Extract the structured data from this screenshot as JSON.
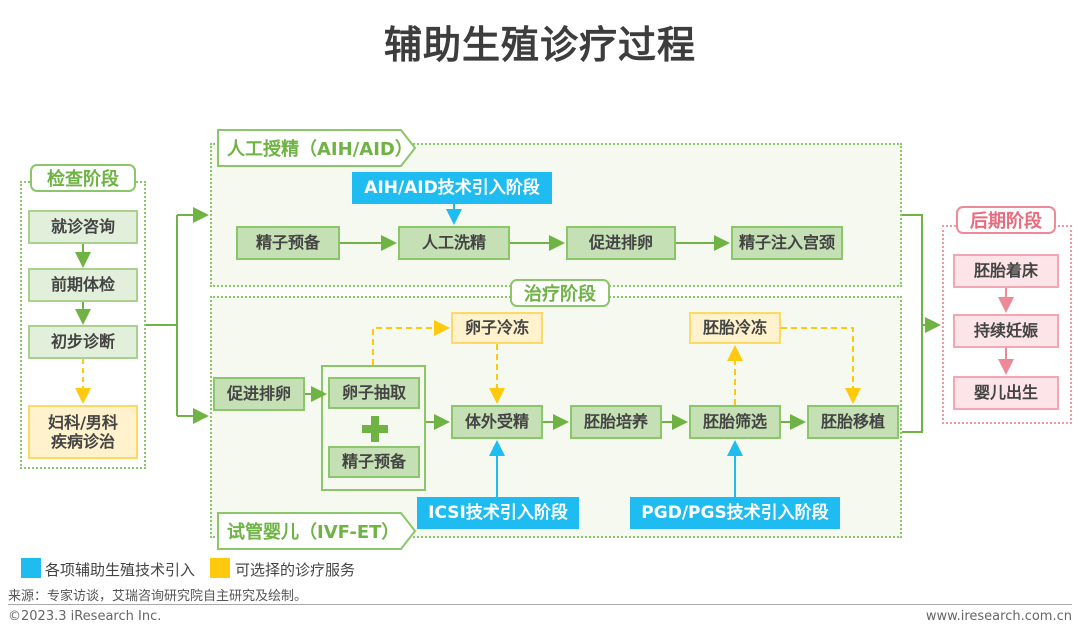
{
  "title": "辅助生殖诊疗过程",
  "colors": {
    "green": "#8cc66a",
    "green_text": "#6fb345",
    "yellow": "#ffd966",
    "blue": "#1ebcf0",
    "pink": "#ee8a98"
  },
  "check_phase": {
    "label": "检查阶段",
    "steps": [
      "就诊咨询",
      "前期体检",
      "初步诊断"
    ],
    "optional": "妇科/男科\n疾病诊治"
  },
  "aih": {
    "tag": "人工授精（AIH/AID）",
    "tech": "AIH/AID技术引入阶段",
    "steps": [
      "精子预备",
      "人工洗精",
      "促进排卵",
      "精子注入宫颈"
    ]
  },
  "treatment_label": "治疗阶段",
  "ivf": {
    "tag": "试管婴儿（IVF-ET）",
    "step_ovulation": "促进排卵",
    "group": [
      "卵子抽取",
      "精子预备"
    ],
    "plus_icon": "plus-icon",
    "egg_freeze": "卵子冷冻",
    "embryo_freeze": "胚胎冷冻",
    "steps": [
      "体外受精",
      "胚胎培养",
      "胚胎筛选",
      "胚胎移植"
    ],
    "tech_icsi": "ICSI技术引入阶段",
    "tech_pgd": "PGD/PGS技术引入阶段"
  },
  "later_phase": {
    "label": "后期阶段",
    "steps": [
      "胚胎着床",
      "持续妊娠",
      "婴儿出生"
    ]
  },
  "legend": [
    {
      "label": "各项辅助生殖技术引入",
      "color": "#1ebcf0"
    },
    {
      "label": "可选择的诊疗服务",
      "color": "#ffc90e"
    }
  ],
  "source": "来源：专家访谈，艾瑞咨询研究院自主研究及绘制。",
  "copyright": "©2023.3 iResearch Inc.",
  "website": "www.iresearch.com.cn"
}
